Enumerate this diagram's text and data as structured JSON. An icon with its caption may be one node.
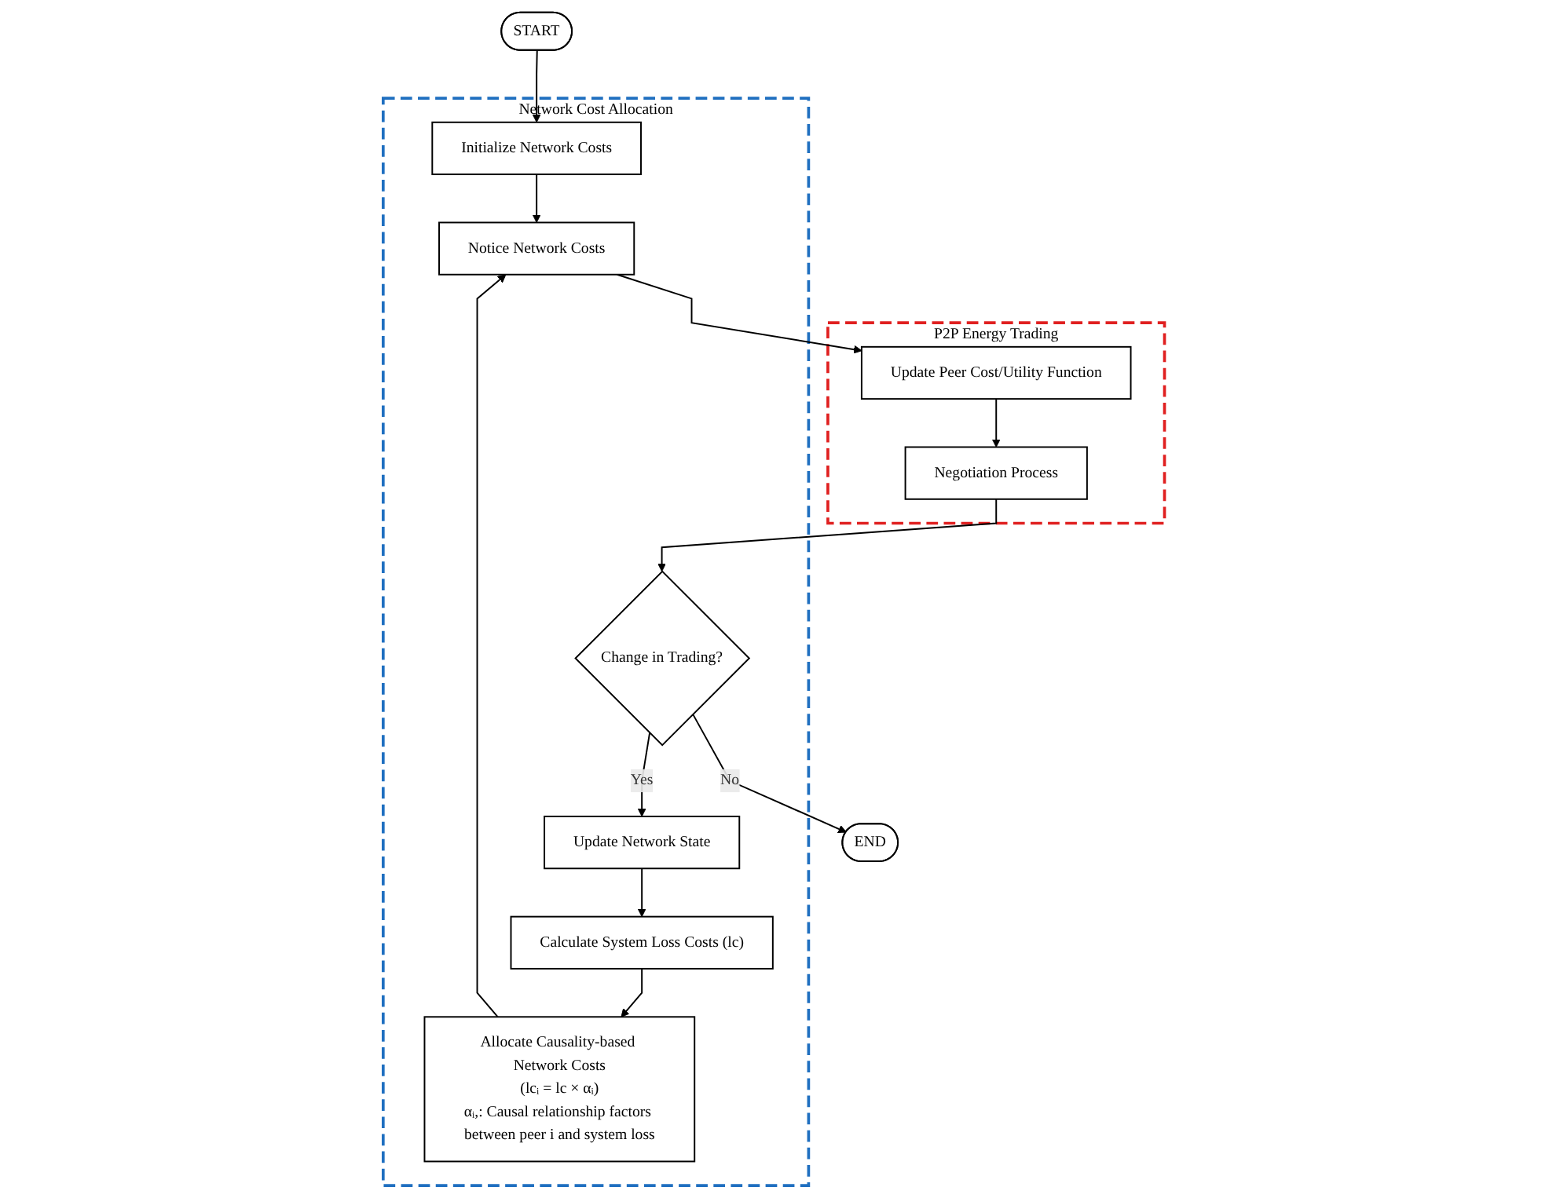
{
  "diagram": {
    "nodes": [
      {
        "text": [
          "START"
        ]
      },
      {
        "text": [
          "Network Cost Allocation"
        ]
      },
      {
        "text": [
          "Initialize Network Costs"
        ],
        "in": 1
      },
      {
        "text": [
          "Notice Network Costs"
        ],
        "in": 1
      },
      {
        "text": [
          "P2P Energy Trading"
        ]
      },
      {
        "text": [
          "Update Peer Cost/Utility Function"
        ],
        "in": 4
      },
      {
        "text": [
          "Negotiation Process"
        ],
        "in": 4
      },
      {
        "text": [
          "Allocate Causality-based Network Costs",
          "(lcᵢ = lc × αᵢ)",
          "αᵢ,: Causal relationship factors between peer i and system loss"
        ],
        "in": 1
      },
      {
        "text": [
          "Change in Trading?"
        ],
        "in": 1
      },
      {
        "text": [
          "Update Network State"
        ],
        "in": 1
      },
      {
        "text": [
          "Calculate System Loss Costs (lc)"
        ],
        "in": 1
      },
      {
        "text": [
          "END"
        ]
      }
    ],
    "edges": [
      {
        "from": 0,
        "to": 2,
        "arrow": "to"
      },
      {
        "from": 2,
        "to": 3,
        "arrow": "to"
      },
      {
        "from": 3,
        "to": 5,
        "arrow": "to"
      },
      {
        "from": 5,
        "to": 6,
        "arrow": "to"
      },
      {
        "from": 6,
        "to": 8,
        "arrow": "to"
      },
      {
        "from": 8,
        "to": 9,
        "label": "Yes",
        "arrow": "to"
      },
      {
        "from": 8,
        "to": 11,
        "label": "No",
        "arrow": "to"
      },
      {
        "from": 9,
        "to": 10,
        "arrow": "to"
      },
      {
        "from": 10,
        "to": 7,
        "arrow": "to"
      },
      {
        "from": 7,
        "to": 3,
        "arrow": "to"
      }
    ]
  }
}
